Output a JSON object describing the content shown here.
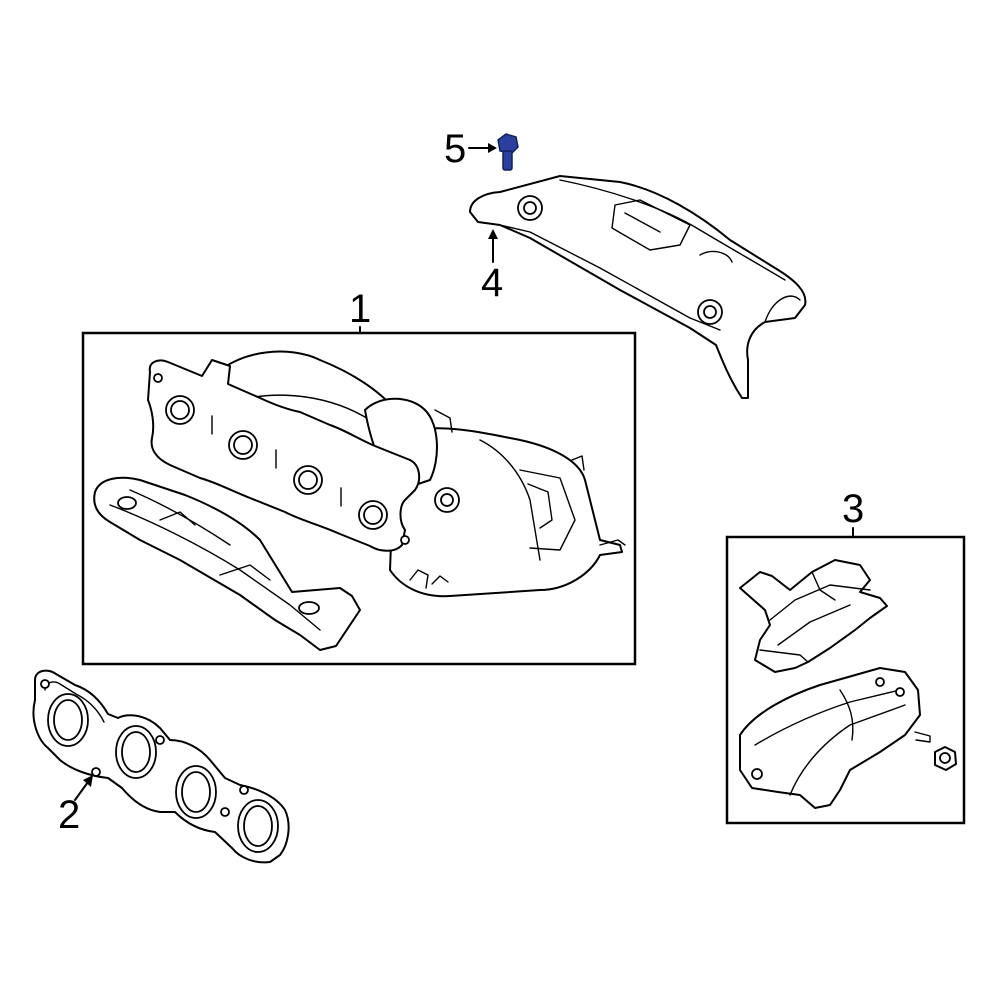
{
  "callouts": {
    "c1": "1",
    "c2": "2",
    "c3": "3",
    "c4": "4",
    "c5": "5"
  },
  "colors": {
    "line": "#000000",
    "background": "#ffffff",
    "highlight_bolt": "#2a3f9e"
  },
  "parts": [
    {
      "callout": "1",
      "name": "exhaust-manifold-with-catalytic-converter"
    },
    {
      "callout": "2",
      "name": "exhaust-manifold-gasket"
    },
    {
      "callout": "3",
      "name": "heat-shield-set"
    },
    {
      "callout": "4",
      "name": "upper-heat-shield"
    },
    {
      "callout": "5",
      "name": "heat-shield-bolt",
      "highlighted": true
    }
  ]
}
